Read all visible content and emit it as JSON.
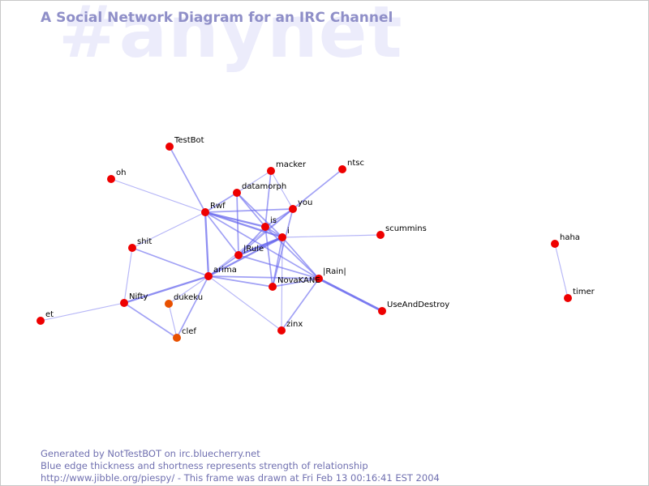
{
  "watermark": "#anynet",
  "title": "A Social Network Diagram for an IRC Channel",
  "footer": {
    "line1": "Generated by NotTestBOT on irc.bluecherry.net",
    "line2": "Blue edge thickness and shortness represents strength of relationship",
    "line3": "http://www.jibble.org/piespy/ - This frame was drawn at Fri Feb 13 00:16:41 EST 2004"
  },
  "colors": {
    "node_active": "#ee0000",
    "node_idle": "#e85000",
    "edge": "#6666ee",
    "title": "#8f8fc8",
    "watermark": "#ececfb"
  },
  "nodes": [
    {
      "id": "TestBot",
      "state": "active"
    },
    {
      "id": "oh",
      "state": "active"
    },
    {
      "id": "macker",
      "state": "active"
    },
    {
      "id": "ntsc",
      "state": "active"
    },
    {
      "id": "datamorph",
      "state": "active"
    },
    {
      "id": "you",
      "state": "active"
    },
    {
      "id": "Rwf",
      "state": "active"
    },
    {
      "id": "is",
      "state": "active"
    },
    {
      "id": "i",
      "state": "active"
    },
    {
      "id": "scummins",
      "state": "active"
    },
    {
      "id": "shit",
      "state": "active"
    },
    {
      "id": "|Rule",
      "state": "active"
    },
    {
      "id": "arima",
      "state": "active"
    },
    {
      "id": "|Rain|",
      "state": "active"
    },
    {
      "id": "NovaKANE",
      "state": "active"
    },
    {
      "id": "Nifty",
      "state": "active"
    },
    {
      "id": "dukeku",
      "state": "idle"
    },
    {
      "id": "UseAndDestroy",
      "state": "active"
    },
    {
      "id": "et",
      "state": "active"
    },
    {
      "id": "clef",
      "state": "idle"
    },
    {
      "id": "zinx",
      "state": "active"
    },
    {
      "id": "haha",
      "state": "active"
    },
    {
      "id": "timer",
      "state": "active"
    }
  ],
  "edges": [
    {
      "source": "TestBot",
      "target": "Rwf",
      "weight": 2
    },
    {
      "source": "oh",
      "target": "Rwf",
      "weight": 1
    },
    {
      "source": "Rwf",
      "target": "datamorph",
      "weight": 2
    },
    {
      "source": "Rwf",
      "target": "you",
      "weight": 2
    },
    {
      "source": "Rwf",
      "target": "is",
      "weight": 3
    },
    {
      "source": "Rwf",
      "target": "i",
      "weight": 3
    },
    {
      "source": "Rwf",
      "target": "|Rule",
      "weight": 2
    },
    {
      "source": "Rwf",
      "target": "arima",
      "weight": 3
    },
    {
      "source": "Rwf",
      "target": "|Rain|",
      "weight": 2
    },
    {
      "source": "Rwf",
      "target": "shit",
      "weight": 1
    },
    {
      "source": "datamorph",
      "target": "is",
      "weight": 2
    },
    {
      "source": "datamorph",
      "target": "i",
      "weight": 2
    },
    {
      "source": "datamorph",
      "target": "|Rule",
      "weight": 2
    },
    {
      "source": "datamorph",
      "target": "macker",
      "weight": 1
    },
    {
      "source": "macker",
      "target": "is",
      "weight": 2
    },
    {
      "source": "macker",
      "target": "you",
      "weight": 1
    },
    {
      "source": "you",
      "target": "ntsc",
      "weight": 2
    },
    {
      "source": "you",
      "target": "is",
      "weight": 2
    },
    {
      "source": "you",
      "target": "|Rule",
      "weight": 2
    },
    {
      "source": "you",
      "target": "NovaKANE",
      "weight": 2
    },
    {
      "source": "you",
      "target": "arima",
      "weight": 1
    },
    {
      "source": "is",
      "target": "i",
      "weight": 2
    },
    {
      "source": "is",
      "target": "|Rule",
      "weight": 2
    },
    {
      "source": "is",
      "target": "NovaKANE",
      "weight": 2
    },
    {
      "source": "is",
      "target": "|Rain|",
      "weight": 2
    },
    {
      "source": "i",
      "target": "scummins",
      "weight": 1
    },
    {
      "source": "i",
      "target": "|Rule",
      "weight": 4
    },
    {
      "source": "i",
      "target": "arima",
      "weight": 3
    },
    {
      "source": "i",
      "target": "NovaKANE",
      "weight": 2
    },
    {
      "source": "i",
      "target": "|Rain|",
      "weight": 2
    },
    {
      "source": "i",
      "target": "zinx",
      "weight": 1
    },
    {
      "source": "|Rule",
      "target": "arima",
      "weight": 2
    },
    {
      "source": "|Rule",
      "target": "|Rain|",
      "weight": 2
    },
    {
      "source": "arima",
      "target": "NovaKANE",
      "weight": 2
    },
    {
      "source": "arima",
      "target": "|Rain|",
      "weight": 2
    },
    {
      "source": "arima",
      "target": "shit",
      "weight": 2
    },
    {
      "source": "arima",
      "target": "Nifty",
      "weight": 3
    },
    {
      "source": "arima",
      "target": "dukeku",
      "weight": 1
    },
    {
      "source": "arima",
      "target": "clef",
      "weight": 2
    },
    {
      "source": "arima",
      "target": "zinx",
      "weight": 1
    },
    {
      "source": "|Rain|",
      "target": "UseAndDestroy",
      "weight": 4
    },
    {
      "source": "|Rain|",
      "target": "NovaKANE",
      "weight": 2
    },
    {
      "source": "|Rain|",
      "target": "zinx",
      "weight": 2
    },
    {
      "source": "shit",
      "target": "Nifty",
      "weight": 1
    },
    {
      "source": "Nifty",
      "target": "et",
      "weight": 1
    },
    {
      "source": "Nifty",
      "target": "clef",
      "weight": 2
    },
    {
      "source": "dukeku",
      "target": "clef",
      "weight": 1
    },
    {
      "source": "haha",
      "target": "timer",
      "weight": 1
    }
  ]
}
